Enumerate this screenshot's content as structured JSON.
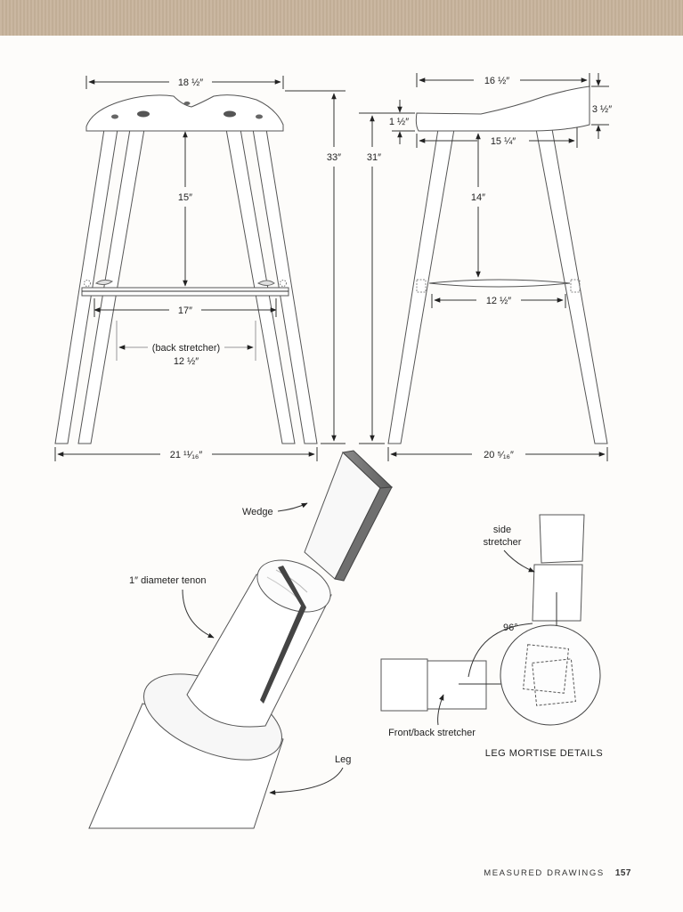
{
  "front_view": {
    "seat_width": "18 ½″",
    "seat_height_to_stretcher": "15″",
    "overall_height": "33″",
    "stretcher_length": "17″",
    "back_stretcher_label": "(back stretcher)",
    "back_stretcher_length": "12 ½″",
    "base_width": "21 ¹¹⁄₁₆″"
  },
  "side_view": {
    "seat_top_width": "16 ½″",
    "seat_front_thickness": "1 ½″",
    "seat_back_rise": "3 ½″",
    "seat_bottom_width": "15 ¼″",
    "side_height": "31″",
    "seat_to_stretcher": "14″",
    "stretcher_length": "12 ½″",
    "base_width": "20 ⁵⁄₁₆″"
  },
  "tenon_detail": {
    "wedge_label": "Wedge",
    "tenon_label": "1″ diameter tenon",
    "leg_label": "Leg"
  },
  "mortise_detail": {
    "side_stretcher_label_1": "side",
    "side_stretcher_label_2": "stretcher",
    "angle": "96°",
    "front_back_label": "Front/back stretcher",
    "title": "LEG MORTISE DETAILS"
  },
  "footer": {
    "section": "MEASURED DRAWINGS",
    "page_number": "157"
  }
}
